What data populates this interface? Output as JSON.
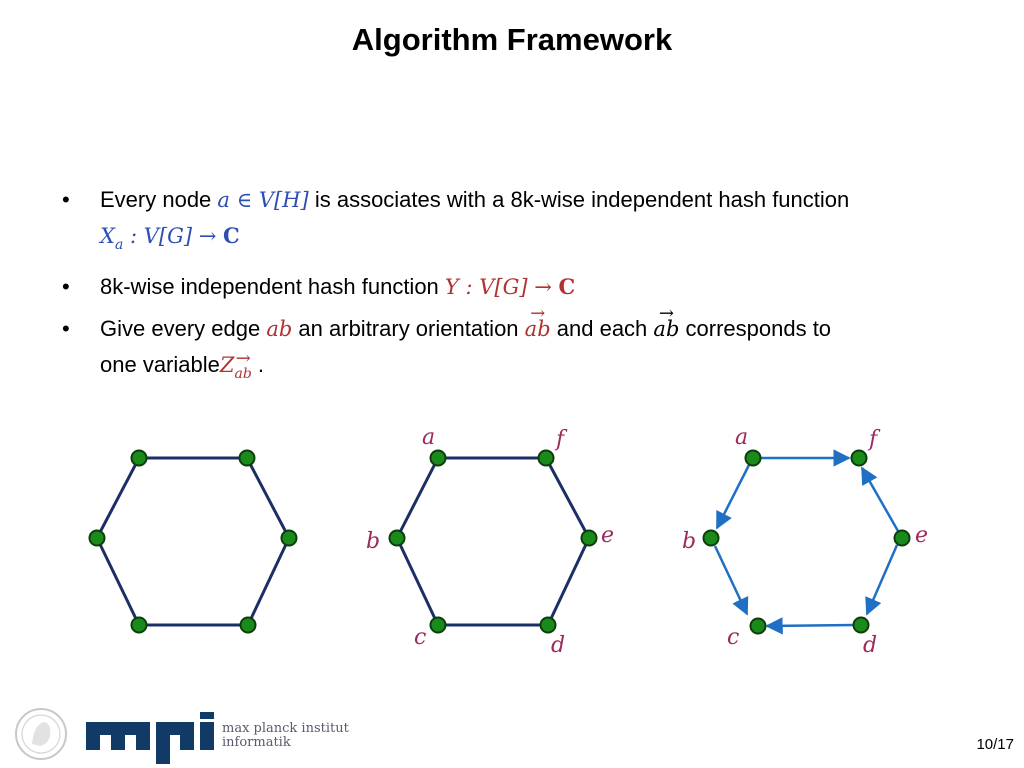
{
  "slide": {
    "title": "Algorithm Framework",
    "page_number": "10/17"
  },
  "bullets": [
    {
      "marker": "•",
      "text_before": "Every node",
      "math1": "a ∈ V[H]",
      "text_after": "is associates with a 8k-wise independent hash function",
      "math2_main": "X",
      "math2_sub": "a",
      "math2_rest": ": V[G] →",
      "math2_bold": "C"
    },
    {
      "marker": "•",
      "text_before": "8k-wise independent hash function",
      "math_main": "Y : V[G] →",
      "math_bold": "C"
    },
    {
      "marker": "•",
      "text_before": "Give every edge",
      "math_edge": "ab",
      "text_mid": "an arbitrary orientation",
      "math_arrow1": "ab",
      "text_mid2": "and each",
      "math_arrow2": "ab",
      "text_after": "corresponds to",
      "line2_text": "one variable",
      "math_var_main": "Z",
      "math_var_sub": "ab",
      "line2_end": "."
    }
  ],
  "graphs": {
    "node_labels": [
      "a",
      "f",
      "b",
      "e",
      "c",
      "d"
    ],
    "node_color": "#1a8a1a",
    "edge_color_plain": "#1b2f66",
    "edge_color_directed": "#1f6fc4",
    "label_color": "#9c2a5d"
  },
  "footer": {
    "logo_line1": "max planck institut",
    "logo_line2": "informatik"
  }
}
